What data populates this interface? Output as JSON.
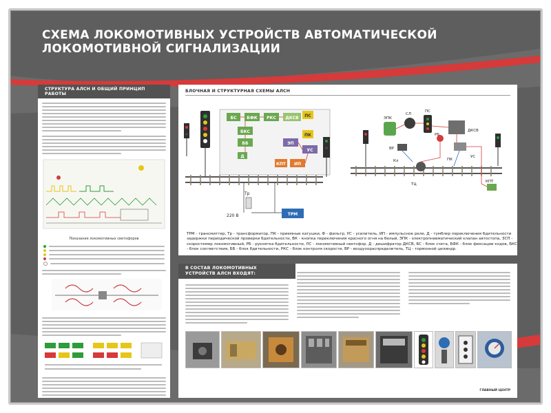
{
  "title_line1": "СХЕМА ЛОКОМОТИВНЫХ УСТРОЙСТВ АВТОМАТИЧЕСКОЙ",
  "title_line2": "ЛОКОМОТИВНОЙ СИГНАЛИЗАЦИИ",
  "panel_left_title": "СТРУКТУРА АЛСН И ОБЩИЙ ПРИНЦИП РАБОТЫ",
  "panel_right_title": "БЛОЧНАЯ И СТРУКТУРНАЯ СХЕМЫ АЛСН",
  "panel_bottom_title_line1": "В СОСТАВ ЛОКОМОТИВНЫХ",
  "panel_bottom_title_line2": "УСТРОЙСТВ АЛСН ВХОДЯТ:",
  "left_chart_caption": "Показания локомотивных светофоров",
  "diagram_labels": {
    "bs": "БС",
    "bfk": "БФК",
    "rks": "РКС",
    "dksv": "ДКСВ",
    "bks": "БКС",
    "bb": "ББ",
    "d": "Д",
    "ps": "ПС",
    "pk": "ПК",
    "ep": "ЭП",
    "us": "УС",
    "ip": "ИП",
    "kpt": "КПТ",
    "tr": "Тр",
    "trm": "ТРМ",
    "v220": "220 В",
    "r_epk": "ЭПК",
    "r_sl": "СЛ",
    "r_ps": "ПС",
    "r_dksv": "ДКСВ",
    "r_rb": "РБ",
    "r_vr": "ВР",
    "r_tts": "ТЦ",
    "r_pk": "ПК",
    "r_us": "УС",
    "r_kpt": "КПТ",
    "r_kl": "Кл"
  },
  "legend_text": "ТРМ - трансмиттер, Тр - трансформатор, ПК - приемные катушки, Ф - фильтр, УС - усилитель, ИП - импульсное реле, Д - тумблер переключения бдительности задержки периодической проверки бдительности, ВК - кнопка переключения красного огня на белый, ЭПК - электропневматический клапан автостопа, ЗСП - скоростемер локомотивный, РБ - рукоятка бдительности, ЛС - локомотивный светофор, Д - дешифратор ДКСВ, БС - блок счета, БФК - блок фиксации кодов, БКС - блок соответствия, ББ - блок бдительности, РКС - блок контроля скорости, ВР - воздухораспределитель, ТЦ - тормозной цилиндр.",
  "colors": {
    "red": "#d63a3a",
    "grey": "#5e5e5e",
    "dark": "#3f3f3f",
    "green": "#2e9c3a",
    "yellow": "#e6c619",
    "blue": "#2e6cb5"
  },
  "brand": "ГЛАВНЫЙ ЦЕНТР"
}
